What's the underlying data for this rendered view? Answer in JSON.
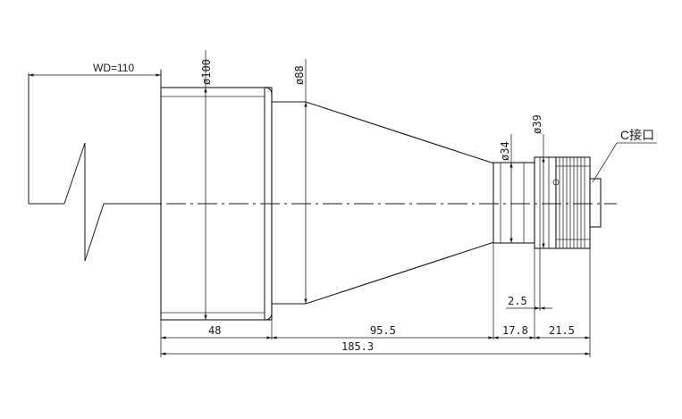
{
  "drawing": {
    "wd_label": "WD=110",
    "mount_label": "C接口",
    "diameters": {
      "front": "ø100",
      "cone_front": "ø88",
      "rear_barrel": "ø34",
      "mount_ring": "ø39"
    },
    "lengths": {
      "front_barrel": "48",
      "cone": "95.5",
      "rear_barrel": "17.8",
      "mount_section": "21.5",
      "flange": "2.5",
      "total": "185.3"
    }
  }
}
